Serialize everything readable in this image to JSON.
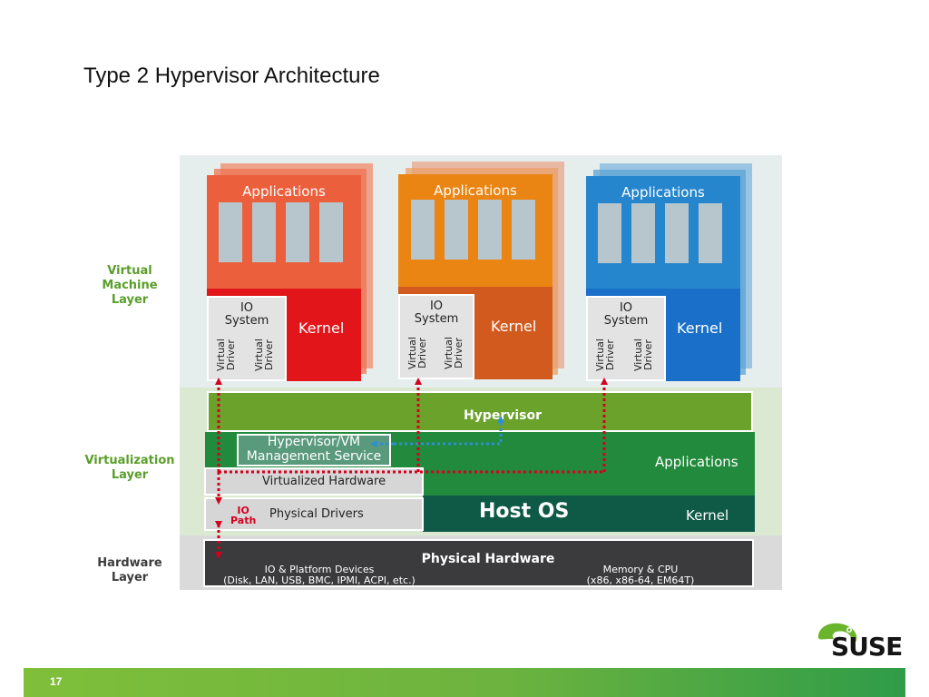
{
  "slide": {
    "title": "Type 2 Hypervisor Architecture",
    "page_number": "17"
  },
  "layers": {
    "vm": "Virtual\nMachine\nLayer",
    "virtualization": "Virtualization\nLayer",
    "hardware": "Hardware\nLayer"
  },
  "vms": [
    {
      "applications": "Applications",
      "io_system": "IO\nSystem",
      "virtual_driver": "Virtual\nDriver",
      "kernel": "Kernel"
    },
    {
      "applications": "Applications",
      "io_system": "IO\nSystem",
      "virtual_driver": "Virtual\nDriver",
      "kernel": "Kernel"
    },
    {
      "applications": "Applications",
      "io_system": "IO\nSystem",
      "virtual_driver": "Virtual\nDriver",
      "kernel": "Kernel"
    }
  ],
  "virtualization": {
    "hypervisor": "Hypervisor",
    "mgmt_service": "Hypervisor/VM\nManagement Service",
    "applications": "Applications",
    "virtualized_hardware": "Virtualized Hardware",
    "io_path": "IO\nPath",
    "physical_drivers": "Physical Drivers",
    "host_os": "Host OS",
    "kernel": "Kernel"
  },
  "hardware": {
    "title": "Physical Hardware",
    "io_devices": "IO & Platform Devices",
    "io_devices_list": "(Disk, LAN, USB, BMC, IPMI, ACPI, etc.)",
    "memory_cpu": "Memory & CPU",
    "memory_cpu_list": "(x86, x86-64, EM64T)"
  },
  "logo": {
    "text": "SUSE"
  },
  "colors": {
    "vm1_top": "#ec5f3c",
    "vm1_kernel": "#e2161a",
    "vm2_top": "#ea8412",
    "vm2_kernel": "#d35a1f",
    "vm3_top": "#2686cd",
    "vm3_kernel": "#1a6fc8",
    "hypervisor": "#6aa22c",
    "virt_green": "#228a3c",
    "host_os": "#0f5a47",
    "hardware": "#3b3b3d",
    "io_path": "#d4001d",
    "mgmt_link": "#2c8fd0"
  }
}
